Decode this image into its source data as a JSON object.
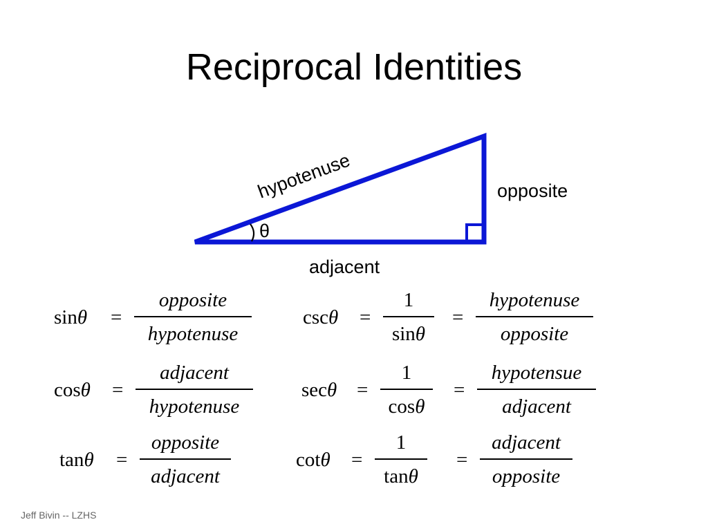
{
  "title": "Reciprocal Identities",
  "footer": "Jeff Bivin -- LZHS",
  "colors": {
    "triangle_stroke": "#0b17d6",
    "text": "#000000",
    "footer": "#666666"
  },
  "triangle": {
    "hypotenuse_label": "hypotenuse",
    "opposite_label": "opposite",
    "adjacent_label": "adjacent",
    "angle_label": "θ"
  },
  "identities": {
    "left": [
      {
        "fn": "sin",
        "var": "θ",
        "numerator": "opposite",
        "denominator": "hypotenuse"
      },
      {
        "fn": "cos",
        "var": "θ",
        "numerator": "adjacent",
        "denominator": "hypotenuse"
      },
      {
        "fn": "tan",
        "var": "θ",
        "numerator": "opposite",
        "denominator": "adjacent"
      }
    ],
    "right": [
      {
        "fn": "csc",
        "var": "θ",
        "recip_num": "1",
        "recip_fn": "sin",
        "recip_var": "θ",
        "numerator": "hypotenuse",
        "denominator": "opposite"
      },
      {
        "fn": "sec",
        "var": "θ",
        "recip_num": "1",
        "recip_fn": "cos",
        "recip_var": "θ",
        "numerator": "hypotensue",
        "denominator": "adjacent"
      },
      {
        "fn": "cot",
        "var": "θ",
        "recip_num": "1",
        "recip_fn": "tan",
        "recip_var": "θ",
        "numerator": "adjacent",
        "denominator": "opposite"
      }
    ],
    "equals": "="
  }
}
